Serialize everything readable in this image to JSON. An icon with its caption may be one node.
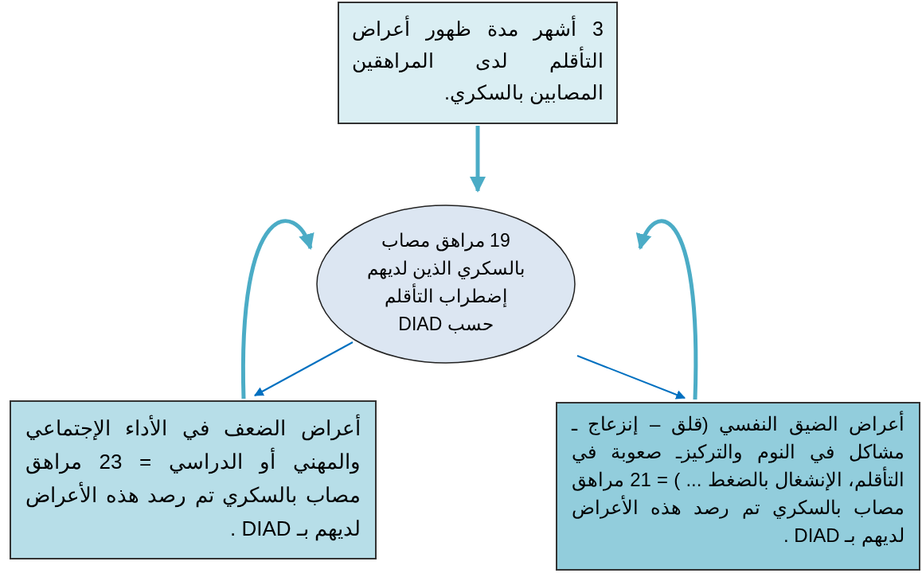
{
  "diagram": {
    "nodes": [
      {
        "text": [
          "3 أشهر مدة ظهور أعراض التأقلم لدى المراهقين المصابين بالسكري."
        ]
      },
      {
        "text": [
          "19 مراهق مصاب بالسكري الذين لديهم إضطراب التأقلم حسب DIAD"
        ]
      },
      {
        "text": [
          "أعراض الضعف في الأداء الإجتماعي والمهني أو الدراسي = 23 مراهق مصاب بالسكري تم رصد هذه الأعراض لديهم بـ DIAD ."
        ]
      },
      {
        "text": [
          "أعراض الضيق النفسي (قلق – إنزعاج ـ مشاكل في النوم والتركيزـ صعوبة في التأقلم، الإنشغال بالضغط ... ) = 21 مراهق مصاب بالسكري تم رصد هذه الأعراض لديهم بـ DIAD ."
        ]
      }
    ],
    "edges": [
      {
        "from": 0,
        "to": 1,
        "arrow": "to"
      },
      {
        "from": 1,
        "to": 2,
        "arrow": "to",
        "color": "#0070c0"
      },
      {
        "from": 1,
        "to": 3,
        "arrow": "to",
        "color": "#0070c0"
      },
      {
        "from": 2,
        "to": 1,
        "arrow": "to"
      },
      {
        "from": 3,
        "to": 1,
        "arrow": "to"
      }
    ]
  }
}
